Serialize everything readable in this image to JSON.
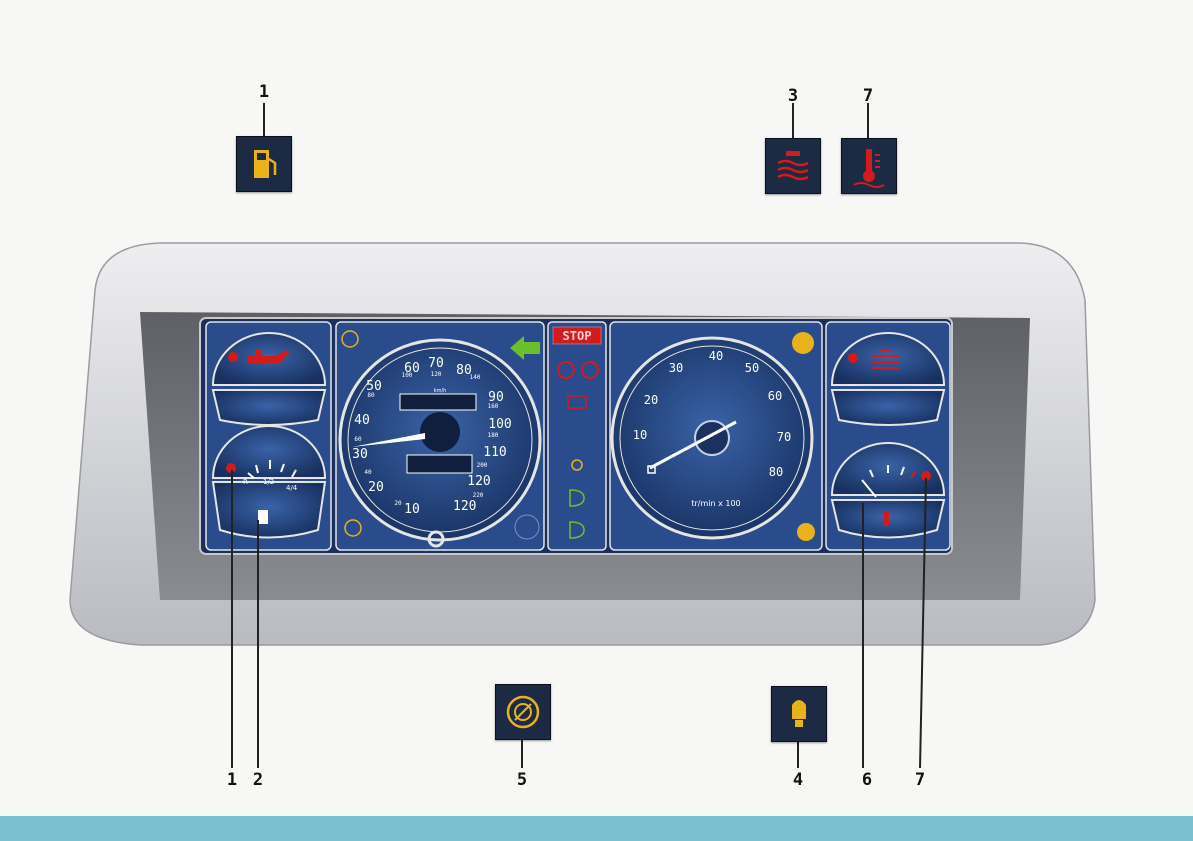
{
  "callouts": {
    "c1_top": "1",
    "c3_top": "3",
    "c7_top": "7",
    "c1_bottom": "1",
    "c2_bottom": "2",
    "c5_bottom": "5",
    "c4_bottom": "4",
    "c6_bottom": "6",
    "c7_bottom": "7"
  },
  "speedometer": {
    "labels": [
      "60",
      "70",
      "80",
      "50",
      "90",
      "40",
      "100",
      "30",
      "110",
      "20",
      "120",
      "10"
    ],
    "small_labels": [
      "100",
      "120",
      "140",
      "80",
      "160",
      "60",
      "180",
      "40",
      "200",
      "20",
      "220"
    ],
    "bottom_label": "120",
    "unit": "km/h"
  },
  "tachometer": {
    "labels": [
      "10",
      "20",
      "30",
      "40",
      "50",
      "60",
      "70",
      "80"
    ],
    "unit": "tr/min x 100"
  },
  "fuel_gauge": {
    "marks": [
      "R",
      "1/2",
      "4/4"
    ]
  },
  "warning_strip": {
    "stop": "STOP"
  },
  "colors": {
    "dial_blue": "#23407a",
    "panel_blue": "#2a4c8c",
    "accent_red": "#d21b1b",
    "amber": "#e8b21a",
    "green": "#6bbf2a"
  }
}
